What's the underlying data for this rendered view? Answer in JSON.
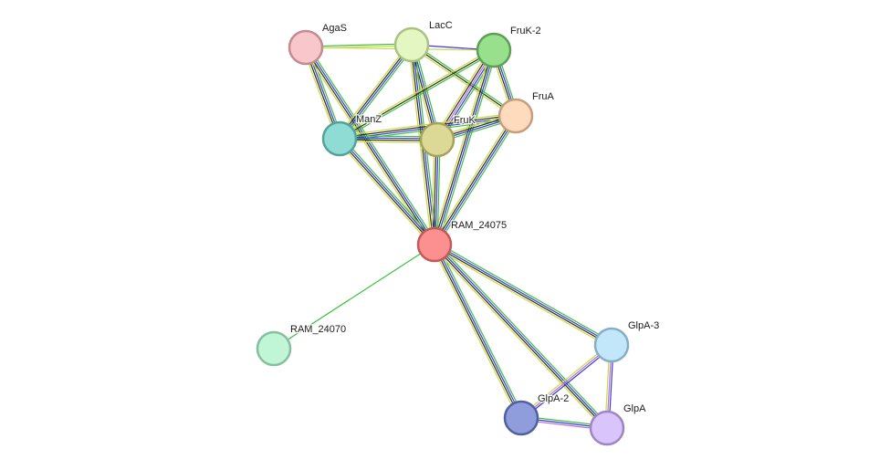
{
  "nodes": [
    {
      "id": "AgaS",
      "label": "AgaS",
      "fill": "#f7c7cc",
      "stroke": "#c48a91"
    },
    {
      "id": "LacC",
      "label": "LacC",
      "fill": "#e4f7c2",
      "stroke": "#a9c283"
    },
    {
      "id": "FruK-2",
      "label": "FruK-2",
      "fill": "#98e08c",
      "stroke": "#5e9f57"
    },
    {
      "id": "FruA",
      "label": "FruA",
      "fill": "#fedbbd",
      "stroke": "#c49e7f"
    },
    {
      "id": "ManZ",
      "label": "ManZ",
      "fill": "#8fdcd4",
      "stroke": "#53a39a"
    },
    {
      "id": "FruK",
      "label": "FruK",
      "fill": "#dcd896",
      "stroke": "#a5a25c"
    },
    {
      "id": "RAM_24075",
      "label": "RAM_24075",
      "fill": "#fc8f8f",
      "stroke": "#c45858"
    },
    {
      "id": "RAM_24070",
      "label": "RAM_24070",
      "fill": "#c0f6d6",
      "stroke": "#85c09d"
    },
    {
      "id": "GlpA-3",
      "label": "GlpA-3",
      "fill": "#c2e7fb",
      "stroke": "#85aec4"
    },
    {
      "id": "GlpA-2",
      "label": "GlpA-2",
      "fill": "#8f9ddc",
      "stroke": "#525fa0"
    },
    {
      "id": "GlpA",
      "label": "GlpA",
      "fill": "#d9c4fb",
      "stroke": "#9d87c2"
    }
  ],
  "edge_colors": {
    "green": "#3dbf3d",
    "blue": "#3a3ad6",
    "olive": "#2e2e10",
    "yellow": "#c8d84a",
    "purple": "#b36fd6"
  },
  "edges": [
    {
      "source": "AgaS",
      "target": "LacC",
      "types": [
        "green",
        "yellow"
      ]
    },
    {
      "source": "AgaS",
      "target": "FruK-2",
      "types": [
        "yellow"
      ]
    },
    {
      "source": "AgaS",
      "target": "ManZ",
      "types": [
        "green",
        "blue",
        "olive",
        "yellow"
      ]
    },
    {
      "source": "AgaS",
      "target": "RAM_24075",
      "types": [
        "green",
        "blue",
        "olive",
        "yellow"
      ]
    },
    {
      "source": "LacC",
      "target": "FruK-2",
      "types": [
        "blue"
      ]
    },
    {
      "source": "LacC",
      "target": "FruA",
      "types": [
        "green",
        "olive",
        "yellow"
      ]
    },
    {
      "source": "LacC",
      "target": "ManZ",
      "types": [
        "green",
        "blue",
        "olive",
        "yellow"
      ]
    },
    {
      "source": "LacC",
      "target": "FruK",
      "types": [
        "green",
        "blue",
        "olive",
        "yellow"
      ]
    },
    {
      "source": "LacC",
      "target": "RAM_24075",
      "types": [
        "green",
        "blue",
        "olive",
        "yellow"
      ]
    },
    {
      "source": "FruK-2",
      "target": "FruA",
      "types": [
        "green",
        "blue",
        "olive",
        "yellow"
      ]
    },
    {
      "source": "FruK-2",
      "target": "ManZ",
      "types": [
        "green",
        "olive",
        "yellow"
      ]
    },
    {
      "source": "FruK-2",
      "target": "FruK",
      "types": [
        "green",
        "blue",
        "purple",
        "olive",
        "yellow"
      ]
    },
    {
      "source": "FruK-2",
      "target": "RAM_24075",
      "types": [
        "green",
        "blue",
        "olive",
        "yellow"
      ]
    },
    {
      "source": "FruA",
      "target": "ManZ",
      "types": [
        "green",
        "blue",
        "olive",
        "yellow"
      ]
    },
    {
      "source": "FruA",
      "target": "FruK",
      "types": [
        "green",
        "blue",
        "olive",
        "yellow"
      ]
    },
    {
      "source": "FruA",
      "target": "RAM_24075",
      "types": [
        "green",
        "blue",
        "olive",
        "yellow"
      ]
    },
    {
      "source": "ManZ",
      "target": "FruK",
      "types": [
        "green",
        "blue",
        "olive",
        "yellow"
      ]
    },
    {
      "source": "ManZ",
      "target": "RAM_24075",
      "types": [
        "green",
        "blue",
        "olive",
        "yellow"
      ]
    },
    {
      "source": "FruK",
      "target": "RAM_24075",
      "types": [
        "green",
        "blue",
        "olive",
        "yellow"
      ]
    },
    {
      "source": "RAM_24075",
      "target": "RAM_24070",
      "types": [
        "green"
      ]
    },
    {
      "source": "RAM_24075",
      "target": "GlpA-3",
      "types": [
        "green",
        "blue",
        "olive",
        "yellow"
      ]
    },
    {
      "source": "RAM_24075",
      "target": "GlpA-2",
      "types": [
        "green",
        "blue",
        "olive",
        "yellow"
      ]
    },
    {
      "source": "RAM_24075",
      "target": "GlpA",
      "types": [
        "green",
        "blue",
        "olive",
        "yellow"
      ]
    },
    {
      "source": "GlpA-3",
      "target": "GlpA-2",
      "types": [
        "blue",
        "purple",
        "yellow"
      ]
    },
    {
      "source": "GlpA-3",
      "target": "GlpA",
      "types": [
        "blue",
        "purple",
        "yellow"
      ]
    },
    {
      "source": "GlpA-2",
      "target": "GlpA",
      "types": [
        "green",
        "blue",
        "purple"
      ]
    }
  ]
}
